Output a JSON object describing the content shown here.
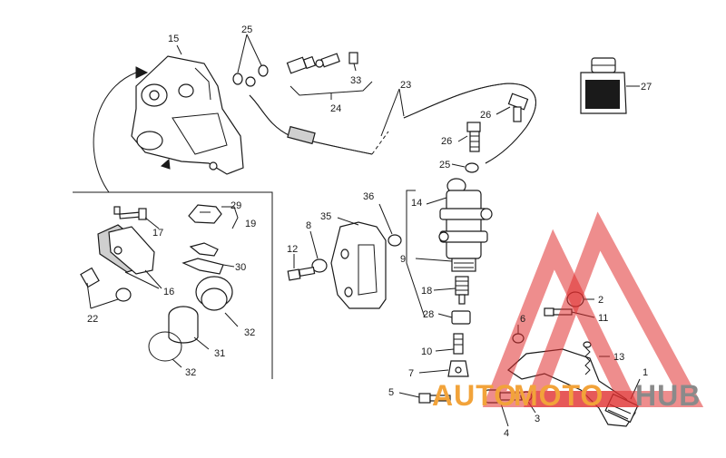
{
  "callouts": {
    "c1": "1",
    "c2": "2",
    "c3": "3",
    "c4": "4",
    "c5": "5",
    "c6": "6",
    "c7": "7",
    "c8": "8",
    "c9": "9",
    "c10": "10",
    "c11": "11",
    "c12": "12",
    "c13": "13",
    "c14": "14",
    "c15": "15",
    "c16": "16",
    "c17": "17",
    "c18": "18",
    "c19": "19",
    "c22": "22",
    "c23": "23",
    "c24": "24",
    "c25a": "25",
    "c25b": "25",
    "c26a": "26",
    "c26b": "26",
    "c27": "27",
    "c28": "28",
    "c29": "29",
    "c30": "30",
    "c31": "31",
    "c32a": "32",
    "c32b": "32",
    "c33": "33",
    "c35": "35",
    "c36": "36"
  },
  "watermark": {
    "part1": "AUTO",
    "part2": "MOTO",
    "part3": "HUB",
    "color_orange": "#f2a33a",
    "color_gray": "#8a8a8a",
    "color_red": "#e03030"
  }
}
